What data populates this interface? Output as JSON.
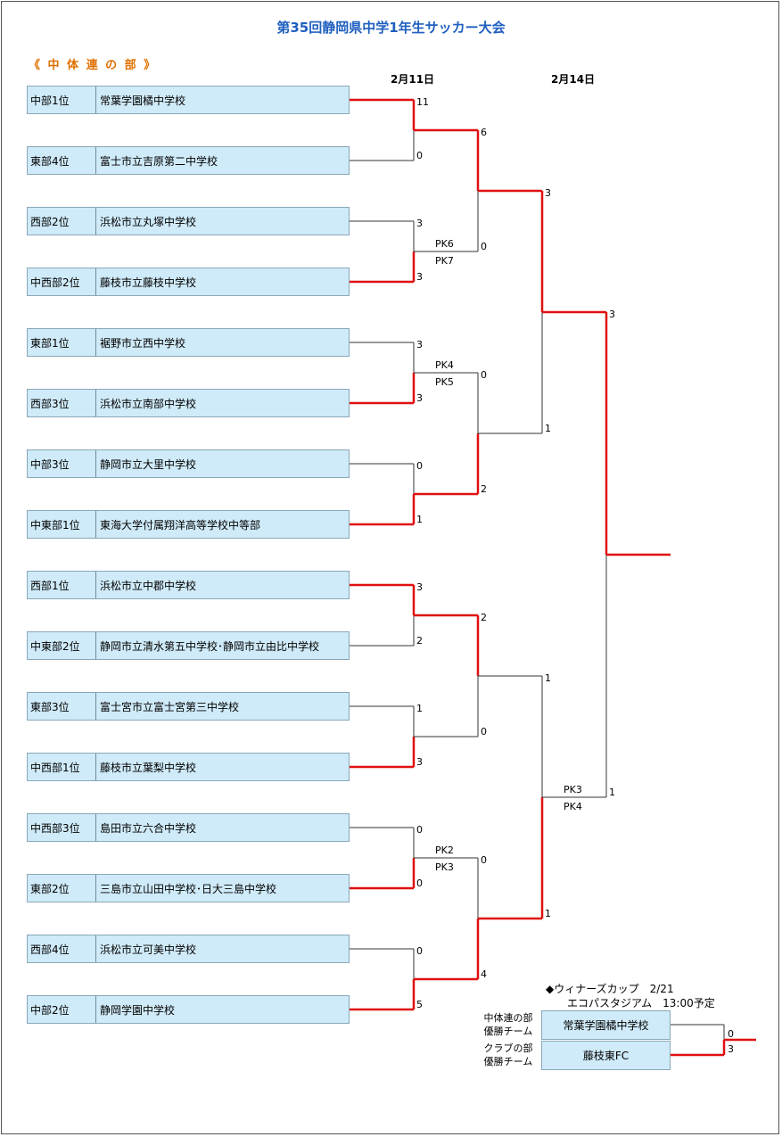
{
  "title": "第35回静岡県中学1年生サッカー大会",
  "division": "《 中 体 連 の 部 》",
  "dates": [
    "2月11日",
    "2月14日"
  ],
  "teams": [
    {
      "seed": "中部1位",
      "name": "常葉学園橘中学校"
    },
    {
      "seed": "東部4位",
      "name": "富士市立吉原第二中学校"
    },
    {
      "seed": "西部2位",
      "name": "浜松市立丸塚中学校"
    },
    {
      "seed": "中西部2位",
      "name": "藤枝市立藤枝中学校"
    },
    {
      "seed": "東部1位",
      "name": "裾野市立西中学校"
    },
    {
      "seed": "西部3位",
      "name": "浜松市立南部中学校"
    },
    {
      "seed": "中部3位",
      "name": "静岡市立大里中学校"
    },
    {
      "seed": "中東部1位",
      "name": "東海大学付属翔洋高等学校中等部"
    },
    {
      "seed": "西部1位",
      "name": "浜松市立中郡中学校"
    },
    {
      "seed": "中東部2位",
      "name": "静岡市立清水第五中学校･静岡市立由比中学校"
    },
    {
      "seed": "東部3位",
      "name": "富士宮市立富士宮第三中学校"
    },
    {
      "seed": "中西部1位",
      "name": "藤枝市立葉梨中学校"
    },
    {
      "seed": "中西部3位",
      "name": "島田市立六合中学校"
    },
    {
      "seed": "東部2位",
      "name": "三島市立山田中学校･日大三島中学校"
    },
    {
      "seed": "西部4位",
      "name": "浜松市立可美中学校"
    },
    {
      "seed": "中部2位",
      "name": "静岡学園中学校"
    }
  ],
  "r1_scores": [
    [
      "11",
      "0"
    ],
    [
      "3",
      "3"
    ],
    [
      "3",
      "3"
    ],
    [
      "0",
      "1"
    ],
    [
      "3",
      "2"
    ],
    [
      "1",
      "3"
    ],
    [
      "0",
      "0"
    ],
    [
      "0",
      "5"
    ]
  ],
  "r1_pk": [
    null,
    [
      "PK6",
      "PK7"
    ],
    [
      "PK4",
      "PK5"
    ],
    null,
    null,
    null,
    [
      "PK2",
      "PK3"
    ],
    null
  ],
  "r2_scores": [
    [
      "6",
      "0"
    ],
    [
      "0",
      "2"
    ],
    [
      "2",
      "0"
    ],
    [
      "0",
      "4"
    ]
  ],
  "r3_scores": [
    [
      "3",
      "1"
    ],
    [
      "1",
      "1"
    ]
  ],
  "r3_pk": [
    null,
    [
      "PK3",
      "PK4"
    ]
  ],
  "final_scores": [
    "3",
    "1"
  ],
  "winners_cup": {
    "title": "◆ウィナーズカップ　2/21",
    "venue": "エコパスタジアム　13:00予定",
    "rows": [
      {
        "label1": "中体連の部",
        "label2": "優勝チーム",
        "team": "常葉学園橘中学校",
        "score": "0"
      },
      {
        "label1": "クラブの部",
        "label2": "優勝チーム",
        "team": "藤枝東FC",
        "score": "3"
      }
    ]
  },
  "colors": {
    "win_line": "#e01010",
    "line": "#333333",
    "title": "#1f5fbf",
    "division": "#e07000",
    "box_fill": "#cfeaf8"
  }
}
